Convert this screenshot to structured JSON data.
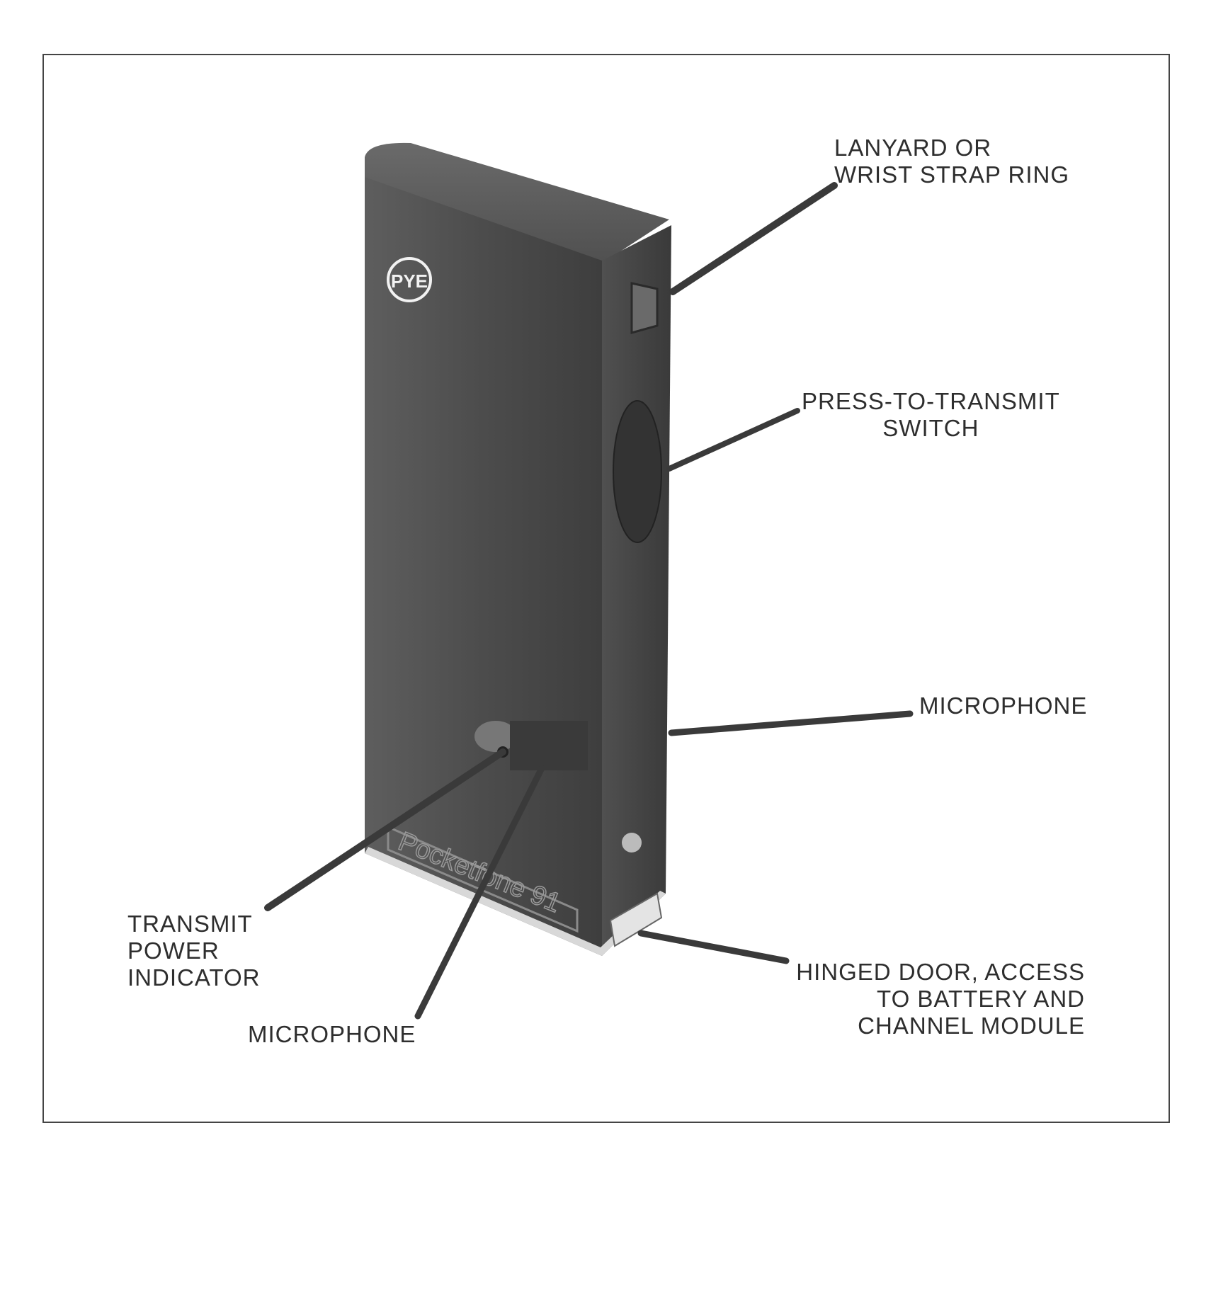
{
  "labels": {
    "lanyard": [
      "LANYARD OR",
      "WRIST STRAP RING"
    ],
    "ptt": [
      "PRESS-TO-TRANSMIT",
      "SWITCH"
    ],
    "mic_right": "MICROPHONE",
    "hinged_door": [
      "HINGED DOOR, ACCESS",
      "TO BATTERY AND",
      "CHANNEL MODULE"
    ],
    "tx_indicator": [
      "TRANSMIT",
      "POWER",
      "INDICATOR"
    ],
    "mic_bottom": "MICROPHONE"
  },
  "device": {
    "logo": "PYE",
    "model_name": "Pocketfone 91"
  },
  "colors": {
    "ink": "#2e2e2e",
    "body": "#4a4a4a",
    "border": "#444444"
  }
}
